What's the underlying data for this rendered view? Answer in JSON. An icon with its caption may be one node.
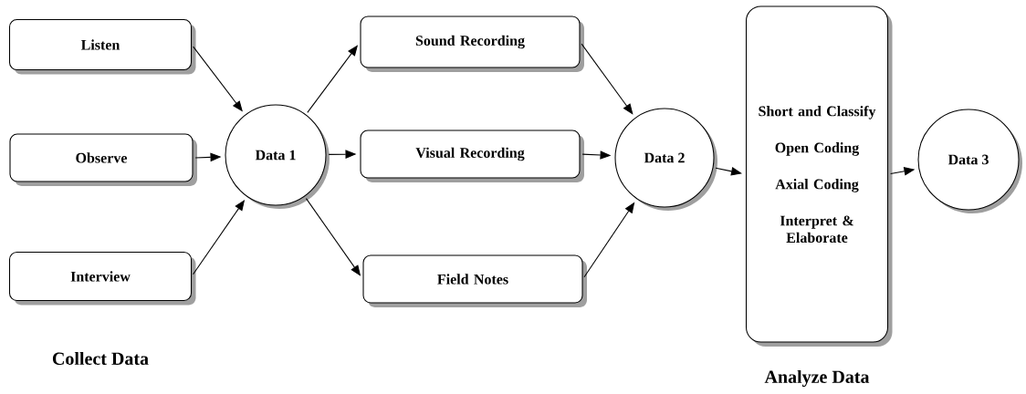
{
  "diagram": {
    "nodes": [
      {
        "text": [
          "Listen"
        ]
      },
      {
        "text": [
          "Observe"
        ]
      },
      {
        "text": [
          "Interview"
        ]
      },
      {
        "text": [
          "Data 1"
        ]
      },
      {
        "text": [
          "Sound Recording"
        ]
      },
      {
        "text": [
          "Visual Recording"
        ]
      },
      {
        "text": [
          "Field Notes"
        ]
      },
      {
        "text": [
          "Data 2"
        ]
      },
      {
        "text": [
          "Short and Classify",
          "Open Coding",
          "Axial Coding",
          "Interpret & Elaborate"
        ],
        "beside": [
          "Analyze Data"
        ]
      },
      {
        "text": [
          "Data 3"
        ]
      }
    ],
    "edges": [
      {
        "from": 0,
        "to": 3,
        "arrow": "to"
      },
      {
        "from": 1,
        "to": 3,
        "arrow": "to"
      },
      {
        "from": 2,
        "to": 3,
        "arrow": "to"
      },
      {
        "from": 3,
        "to": 4,
        "arrow": "to"
      },
      {
        "from": 3,
        "to": 5,
        "arrow": "to"
      },
      {
        "from": 3,
        "to": 6,
        "arrow": "to"
      },
      {
        "from": 4,
        "to": 7,
        "arrow": "to"
      },
      {
        "from": 5,
        "to": 7,
        "arrow": "to"
      },
      {
        "from": 6,
        "to": 7,
        "arrow": "to"
      },
      {
        "from": 7,
        "to": 8,
        "arrow": "to"
      },
      {
        "from": 8,
        "to": 9,
        "arrow": "to"
      }
    ],
    "labels": [
      "Collect Data"
    ]
  }
}
